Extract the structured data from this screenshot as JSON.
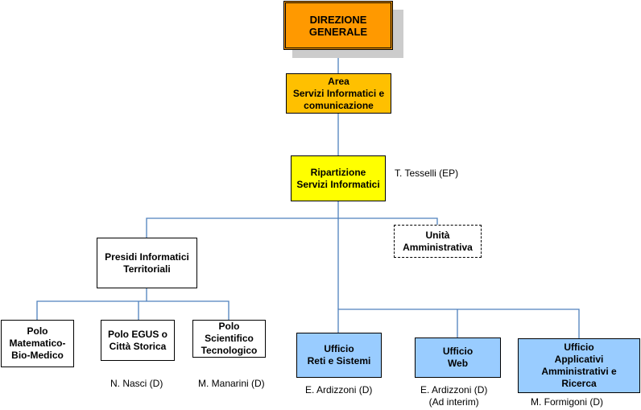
{
  "colors": {
    "connector": "#4f81bd",
    "direzione_fill": "#ff9900",
    "area_fill": "#ffc000",
    "ripartizione_fill": "#ffff00",
    "ufficio_fill": "#99ccff",
    "shadow": "#cccccc"
  },
  "nodes": {
    "direzione": {
      "label": "DIREZIONE\nGENERALE"
    },
    "area": {
      "label": "Area\nServizi Informatici e\ncomunicazione"
    },
    "ripartizione": {
      "label": "Ripartizione\nServizi Informatici",
      "person": "T. Tesselli (EP)"
    },
    "presidi": {
      "label": "Presidi Informatici\nTerritoriali"
    },
    "unita": {
      "label": "Unità\nAmministrativa"
    },
    "polo_mbm": {
      "label": "Polo\nMatematico-\nBio-Medico"
    },
    "polo_egus": {
      "label": "Polo EGUS o\nCittà Storica",
      "person": "N. Nasci (D)"
    },
    "polo_st": {
      "label": "Polo\nScientifico\nTecnologico",
      "person": "M. Manarini (D)"
    },
    "uff_reti": {
      "label": "Ufficio\nReti e Sistemi",
      "person": "E. Ardizzoni (D)"
    },
    "uff_web": {
      "label": "Ufficio\nWeb",
      "person": "E. Ardizzoni (D)\n(Ad interim)"
    },
    "uff_app": {
      "label": "Ufficio\nApplicativi\nAmministrativi e\nRicerca",
      "person": "M. Formigoni (D)"
    }
  }
}
